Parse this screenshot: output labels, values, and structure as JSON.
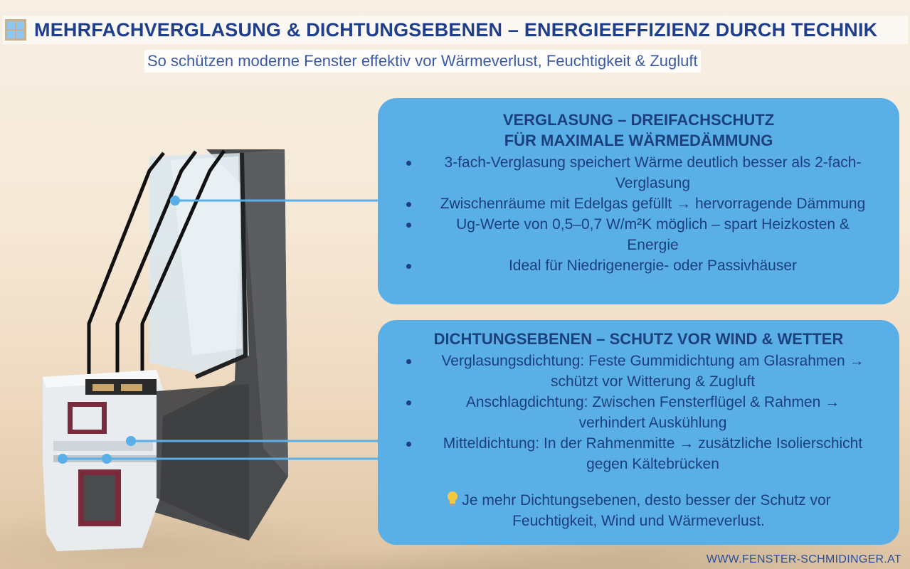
{
  "header": {
    "title": "MEHRFACHVERGLASUNG & DICHTUNGSEBENEN – ENERGIEEFFIZIENZ DURCH TECHNIK",
    "subtitle": "So schützen moderne Fenster effektiv vor Wärmeverlust, Feuchtigkeit & Zugluft"
  },
  "verglasung": {
    "heading_line1": "VERGLASUNG – DREIFACHSCHUTZ",
    "heading_line2": "FÜR MAXIMALE WÄRMEDÄMMUNG",
    "items": [
      "3-fach-Verglasung speichert Wärme deutlich besser als 2-fach-Verglasung",
      "Zwischenräume mit Edelgas gefüllt → hervorragende Dämmung",
      "Ug-Werte von 0,5–0,7 W/m²K möglich – spart Heizkosten & Energie",
      "Ideal für Niedrigenergie- oder Passivhäuser"
    ]
  },
  "dichtung": {
    "heading": "DICHTUNGSEBENEN – SCHUTZ VOR WIND & WETTER",
    "items": [
      "Verglasungsdichtung: Feste Gummidichtung am Glasrahmen → schützt vor Witterung & Zugluft",
      "Anschlagdichtung: Zwischen Fensterflügel & Rahmen → verhindert Auskühlung",
      "Mitteldichtung: In der Rahmenmitte → zusätzliche Isolierschicht gegen Kältebrücken"
    ],
    "tip": "Je mehr Dichtungsebenen, desto besser der Schutz vor Feuchtigkeit, Wind und Wärmeverlust."
  },
  "footer": {
    "website": "WWW.FENSTER-SCHMIDINGER.AT"
  },
  "colors": {
    "title": "#1f3f8c",
    "box": "#5ab0e6",
    "box_text": "#1c3f7d",
    "connector": "#5ab0e6"
  }
}
